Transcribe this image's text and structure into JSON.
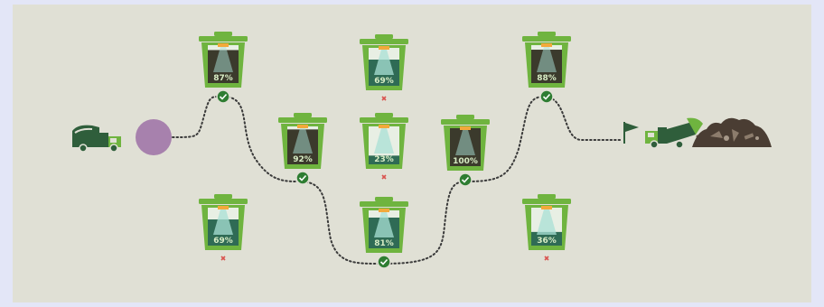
{
  "colors": {
    "background": "#e0e0d5",
    "frame": "#e3e6f7",
    "bin_green": "#6fb43f",
    "bin_dark": "#2f5e3b",
    "check_green": "#2e7d32",
    "cross_red": "#d9534f",
    "route_dots": "#3a3a3a",
    "start_marker": "#a781ad"
  },
  "icons": {
    "start": "garbage-truck-icon",
    "end_flag": "flag-icon",
    "end_truck": "garbage-truck-dumping-icon",
    "landfill": "landfill-pile-icon",
    "origin": "start-circle-icon"
  },
  "bins": [
    {
      "id": "bin-1",
      "fill": "87%",
      "fill_level": 0.87,
      "contents": "mixed",
      "status": "collected"
    },
    {
      "id": "bin-2",
      "fill": "69%",
      "fill_level": 0.69,
      "contents": "liquid",
      "status": "skipped"
    },
    {
      "id": "bin-3",
      "fill": "88%",
      "fill_level": 0.88,
      "contents": "mixed",
      "status": "collected"
    },
    {
      "id": "bin-4",
      "fill": "92%",
      "fill_level": 0.92,
      "contents": "mixed",
      "status": "collected"
    },
    {
      "id": "bin-5",
      "fill": "23%",
      "fill_level": 0.23,
      "contents": "liquid",
      "status": "skipped"
    },
    {
      "id": "bin-6",
      "fill": "100%",
      "fill_level": 1.0,
      "contents": "mixed",
      "status": "collected"
    },
    {
      "id": "bin-7",
      "fill": "69%",
      "fill_level": 0.69,
      "contents": "liquid",
      "status": "skipped"
    },
    {
      "id": "bin-8",
      "fill": "81%",
      "fill_level": 0.81,
      "contents": "liquid",
      "status": "collected"
    },
    {
      "id": "bin-9",
      "fill": "36%",
      "fill_level": 0.36,
      "contents": "liquid",
      "status": "skipped"
    }
  ],
  "route": {
    "order": [
      "start",
      "bin-1",
      "bin-4",
      "bin-8",
      "bin-6",
      "bin-3",
      "end"
    ]
  }
}
